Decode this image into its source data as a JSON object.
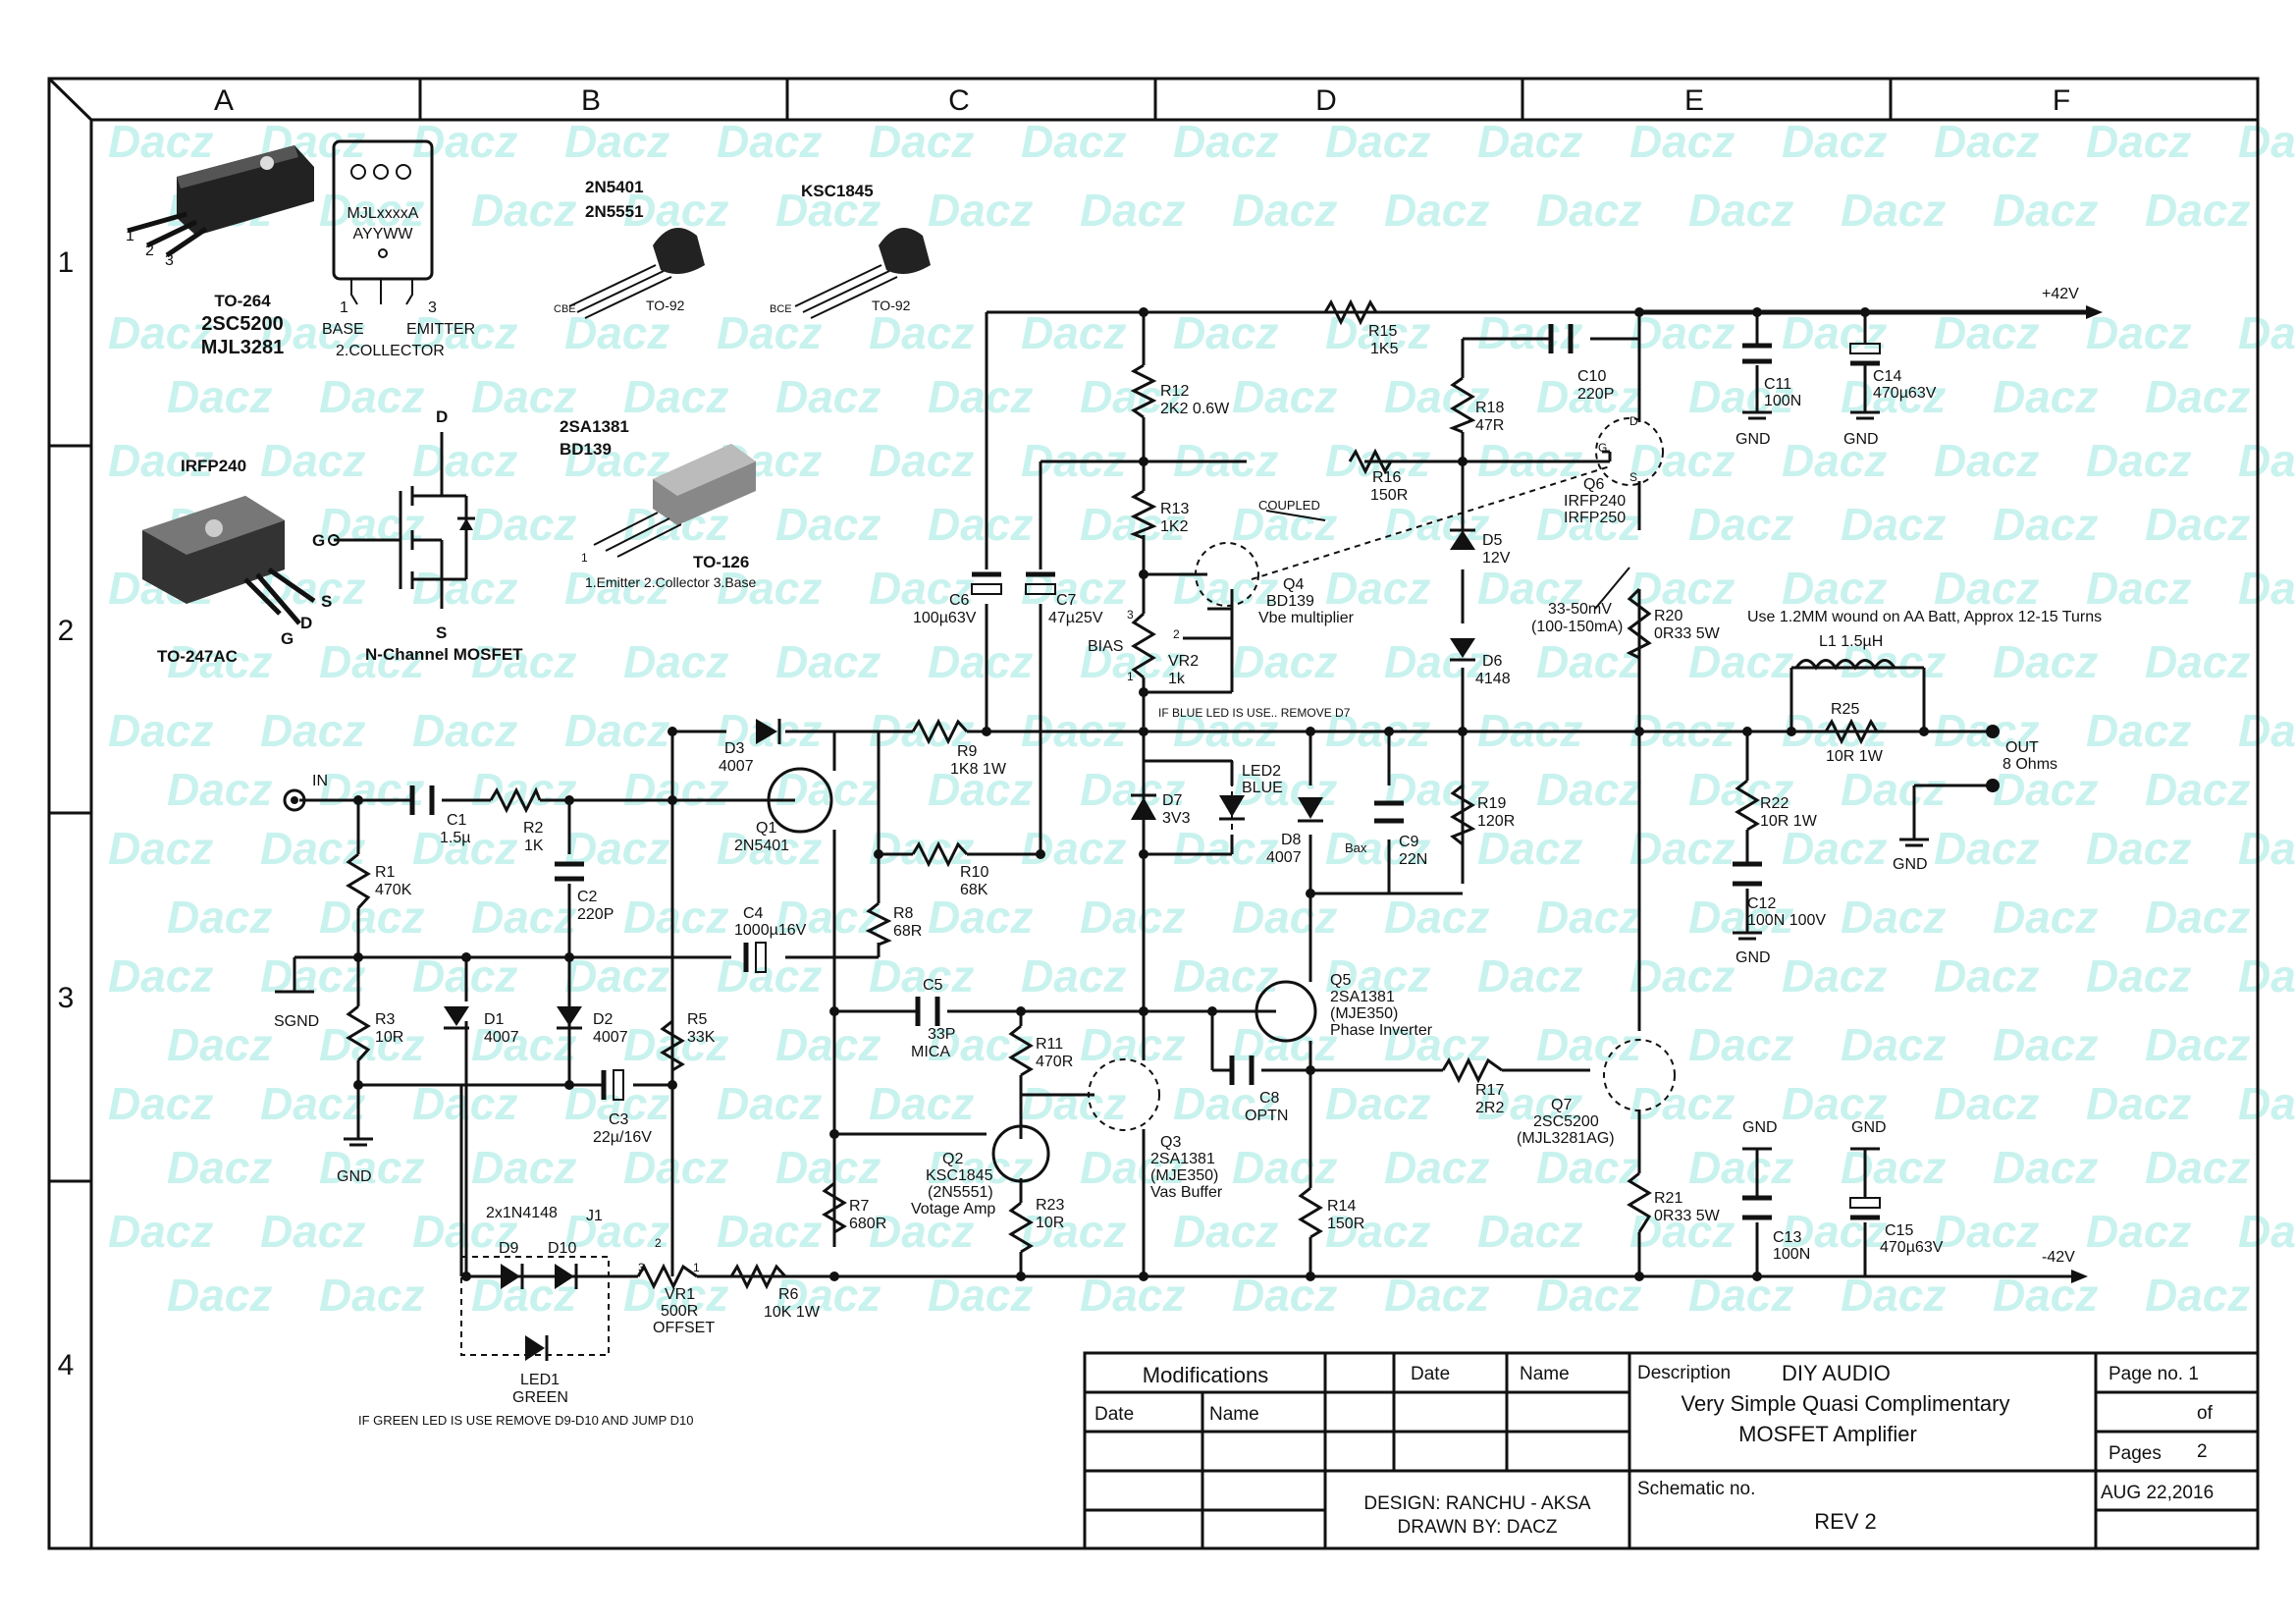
{
  "columns": [
    "A",
    "B",
    "C",
    "D",
    "E",
    "F"
  ],
  "rows": [
    "1",
    "2",
    "3",
    "4"
  ],
  "watermark": "Dacz",
  "packages": {
    "to264": {
      "pins": [
        "1",
        "2",
        "3"
      ],
      "code": "MJLxxxxA",
      "date": "AYYWW",
      "pin1": "1",
      "pin3": "3",
      "base": "BASE",
      "emitter": "EMITTER",
      "collector": "2.COLLECTOR",
      "line1": "TO-264",
      "line2": "2SC5200",
      "line3": "MJL3281"
    },
    "to92a": {
      "line1": "2N5401",
      "line2": "2N5551",
      "pkg": "TO-92",
      "pins": "CBE"
    },
    "to92b": {
      "name": "KSC1845",
      "pkg": "TO-92",
      "pins": "BCE"
    },
    "to247": {
      "name": "IRFP240",
      "pkg": "TO-247AC",
      "g": "G",
      "d": "D",
      "s": "S"
    },
    "mosfet": {
      "d": "D",
      "g": "G",
      "s": "S",
      "caption": "N-Channel MOSFET"
    },
    "to126": {
      "line1": "2SA1381",
      "line2": "BD139",
      "pkg": "TO-126",
      "pin1": "1",
      "pins": "1.Emitter  2.Collector  3.Base"
    }
  },
  "labels": {
    "in": "IN",
    "sgnd": "SGND",
    "gnd": "GND",
    "plus42": "+42V",
    "minus42": "-42V",
    "out": "OUT",
    "ohms": "8 Ohms",
    "coupled": "COUPLED",
    "bias": "BIAS",
    "bax": "Bax",
    "blue_note": "IF BLUE LED IS USE.. REMOVE D7",
    "green_note": "IF GREEN LED IS USE  REMOVE D9-D10 AND JUMP D10",
    "coil_note": "Use 1.2MM wound on AA Batt, Approx 12-15 Turns",
    "bias_current_1": "33-50mV",
    "bias_current_2": "(100-150mA)",
    "diodes_pair": "2x1N4148",
    "j1": "J1",
    "vr_pin1": "1",
    "vr_pin2": "2",
    "vr_pin3": "3",
    "q6_d": "D",
    "q6_g": "G",
    "q6_s": "S"
  },
  "components": {
    "C1": [
      "C1",
      "1.5µ"
    ],
    "R2": [
      "R2",
      "1K"
    ],
    "R1": [
      "R1",
      "470K"
    ],
    "C2": [
      "C2",
      "220P"
    ],
    "R3": [
      "R3",
      "10R"
    ],
    "D1": [
      "D1",
      "4007"
    ],
    "D2": [
      "D2",
      "4007"
    ],
    "C3": [
      "C3",
      "22µ/16V"
    ],
    "R5": [
      "R5",
      "33K"
    ],
    "C4": [
      "C4",
      "1000µ16V"
    ],
    "D3": [
      "D3",
      "4007"
    ],
    "Q1": [
      "Q1",
      "2N5401"
    ],
    "R8": [
      "R8",
      "68R"
    ],
    "R9": [
      "R9",
      "1K8 1W"
    ],
    "R10": [
      "R10",
      "68K"
    ],
    "C6": [
      "C6",
      "100µ63V"
    ],
    "C7": [
      "C7",
      "47µ25V"
    ],
    "R12": [
      "R12",
      "2K2 0.6W"
    ],
    "R13": [
      "R13",
      "1K2"
    ],
    "VR2": [
      "VR2",
      "1k"
    ],
    "Q4": [
      "Q4",
      "BD139",
      "Vbe multiplier"
    ],
    "R15": [
      "R15",
      "1K5"
    ],
    "R16": [
      "R16",
      "150R"
    ],
    "R18": [
      "R18",
      "47R"
    ],
    "C10": [
      "C10",
      "220P"
    ],
    "D5": [
      "D5",
      "12V"
    ],
    "D6": [
      "D6",
      "4148"
    ],
    "Q6": [
      "Q6",
      "IRFP240",
      "IRFP250"
    ],
    "C11": [
      "C11",
      "100N"
    ],
    "C14": [
      "C14",
      "470µ63V"
    ],
    "R20": [
      "R20",
      "0R33 5W"
    ],
    "L1": [
      "L1 1.5µH"
    ],
    "R25": [
      "R25",
      "10R 1W"
    ],
    "R22": [
      "R22",
      "10R 1W"
    ],
    "C12": [
      "C12",
      "100N 100V"
    ],
    "D7": [
      "D7",
      "3V3"
    ],
    "LED2": [
      "LED2",
      "BLUE"
    ],
    "D8": [
      "D8",
      "4007"
    ],
    "C9": [
      "C9",
      "22N"
    ],
    "R19": [
      "R19",
      "120R"
    ],
    "C5": [
      "C5",
      "33P",
      "MICA"
    ],
    "R11": [
      "R11",
      "470R"
    ],
    "Q2": [
      "Q2",
      "KSC1845",
      "(2N5551)",
      "Votage Amp"
    ],
    "R23": [
      "R23",
      "10R"
    ],
    "Q3": [
      "Q3",
      "2SA1381",
      "(MJE350)",
      "Vas Buffer"
    ],
    "Q5": [
      "Q5",
      "2SA1381",
      "(MJE350)",
      "Phase Inverter"
    ],
    "C8": [
      "C8",
      "OPTN"
    ],
    "R14": [
      "R14",
      "150R"
    ],
    "R17": [
      "R17",
      "2R2"
    ],
    "Q7": [
      "Q7",
      "2SC5200",
      "(MJL3281AG)"
    ],
    "R21": [
      "R21",
      "0R33 5W"
    ],
    "C13": [
      "C13",
      "100N"
    ],
    "C15": [
      "C15",
      "470µ63V"
    ],
    "R7": [
      "R7",
      "680R"
    ],
    "R6": [
      "R6",
      "10K 1W"
    ],
    "VR1": [
      "VR1",
      "500R",
      "OFFSET"
    ],
    "D9": [
      "D9"
    ],
    "D10": [
      "D10"
    ],
    "LED1": [
      "LED1",
      "GREEN"
    ]
  },
  "title_block": {
    "modifications": "Modifications",
    "date": "Date",
    "name": "Name",
    "date2": "Date",
    "name2": "Name",
    "design": "DESIGN: RANCHU - AKSA",
    "drawn": "DRAWN BY: DACZ",
    "description_label": "Description",
    "description_title": "DIY AUDIO",
    "description_line1": "Very Simple Quasi Complimentary",
    "description_line2": "MOSFET Amplifier",
    "schematic_label": "Schematic no.",
    "rev": "REV 2",
    "page_no": "Page no. 1",
    "of": "of",
    "pages": "Pages",
    "pages_count": "2",
    "date_value": "AUG 22,2016"
  }
}
